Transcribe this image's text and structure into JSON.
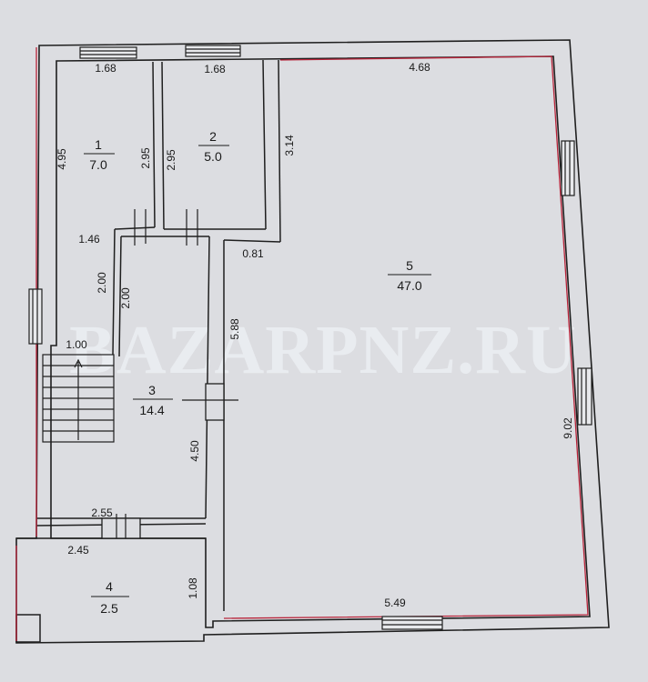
{
  "colors": {
    "paper": "#dcdde1",
    "wall": "#1f1f1f",
    "room_outline": "#b8243a",
    "watermark": "#eef0f4"
  },
  "watermark": "BAZARPNZ.RU",
  "rooms": [
    {
      "number": "1",
      "area": "7.0"
    },
    {
      "number": "2",
      "area": "5.0"
    },
    {
      "number": "3",
      "area": "14.4"
    },
    {
      "number": "4",
      "area": "2.5"
    },
    {
      "number": "5",
      "area": "47.0"
    }
  ],
  "dimensions": {
    "r1_width": "1.68",
    "r2_width": "1.68",
    "r5_top": "4.68",
    "r1_height_left": "4.95",
    "r1_height_right": "2.95",
    "r2_height_left": "2.95",
    "r2_height_right": "3.14",
    "corridor_width": "1.46",
    "step": "0.81",
    "r3_left_outer": "2.00",
    "r3_left_inner": "2.00",
    "stair_width": "1.00",
    "r5_left": "5.88",
    "r5_right": "9.02",
    "r3_right": "4.50",
    "r3_bottom": "2.55",
    "r4_top": "2.45",
    "r4_height": "1.08",
    "r5_bottom": "5.49"
  }
}
